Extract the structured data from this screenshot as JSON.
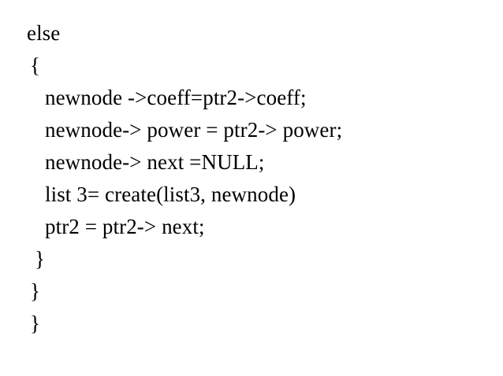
{
  "slide": {
    "background_color": "#ffffff",
    "text_color": "#000000",
    "language": "c",
    "code_lines": [
      {
        "text": "else",
        "indent": 0
      },
      {
        "text": "{",
        "indent": 1
      },
      {
        "text": "newnode ->coeff=ptr2->coeff;",
        "indent": 2
      },
      {
        "text": "newnode-> power = ptr2-> power;",
        "indent": 2
      },
      {
        "text": "newnode-> next =NULL;",
        "indent": 2
      },
      {
        "text": "list 3= create(list3, newnode)",
        "indent": 2
      },
      {
        "text": "ptr2 = ptr2-> next;",
        "indent": 2
      },
      {
        "text": "}",
        "indent": 3
      },
      {
        "text": "}",
        "indent": 1
      },
      {
        "text": "}",
        "indent": 1
      }
    ]
  }
}
